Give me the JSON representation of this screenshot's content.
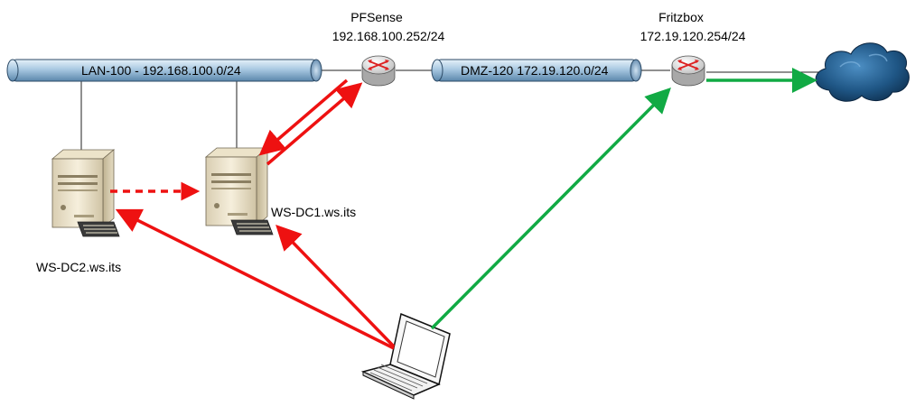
{
  "networks": {
    "lan": {
      "label": "LAN-100 - 192.168.100.0/24"
    },
    "dmz": {
      "label": "DMZ-120 172.19.120.0/24"
    }
  },
  "devices": {
    "pfsense": {
      "name": "PFSense",
      "ip": "192.168.100.252/24",
      "icon": "router-icon"
    },
    "fritzbox": {
      "name": "Fritzbox",
      "ip": "172.19.120.254/24",
      "icon": "router-icon"
    },
    "dc1": {
      "name": "WS-DC1.ws.its",
      "icon": "server-icon"
    },
    "dc2": {
      "name": "WS-DC2.ws.its",
      "icon": "server-icon"
    },
    "client": {
      "icon": "laptop-icon"
    },
    "internet": {
      "icon": "cloud-icon"
    }
  },
  "colors": {
    "pipe": "#9fc3dd",
    "red_arrow": "#ee1111",
    "green_arrow": "#11aa44",
    "cloud": "#1e4f7a",
    "server_body": "#f3ead3",
    "router_body": "#e8e8e8"
  }
}
